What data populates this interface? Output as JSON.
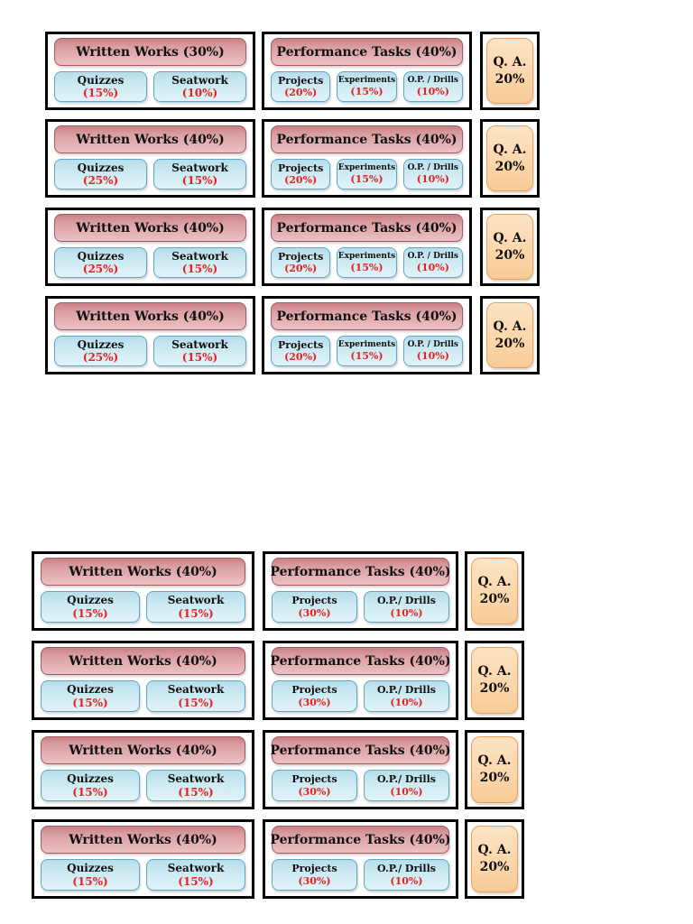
{
  "colors": {
    "header_fill": "#dda2a5",
    "header_border": "#a15b61",
    "sub_fill": "#cdeaf2",
    "sub_border": "#5fa7c5",
    "qa_fill": "#fbd7ac",
    "qa_border": "#ef9f58",
    "percent_text": "#e8201f",
    "label_text": "#101010",
    "frame": "#000000",
    "page_background": "#ffffff"
  },
  "groups": [
    {
      "rows": [
        {
          "ww": {
            "title": "Written Works (30%)",
            "items": [
              {
                "label": "Quizzes",
                "pct": "(15%)"
              },
              {
                "label": "Seatwork",
                "pct": "(10%)"
              }
            ]
          },
          "pt": {
            "title": "Performance Tasks (40%)",
            "items": [
              {
                "label": "Projects",
                "pct": "(20%)"
              },
              {
                "label": "Experiments",
                "pct": "(15%)"
              },
              {
                "label": "O.P. / Drills",
                "pct": "(10%)"
              }
            ]
          },
          "qa": {
            "line1": "Q. A.",
            "line2": "20%"
          }
        },
        {
          "ww": {
            "title": "Written Works (40%)",
            "items": [
              {
                "label": "Quizzes",
                "pct": "(25%)"
              },
              {
                "label": "Seatwork",
                "pct": "(15%)"
              }
            ]
          },
          "pt": {
            "title": "Performance Tasks (40%)",
            "items": [
              {
                "label": "Projects",
                "pct": "(20%)"
              },
              {
                "label": "Experiments",
                "pct": "(15%)"
              },
              {
                "label": "O.P. / Drills",
                "pct": "(10%)"
              }
            ]
          },
          "qa": {
            "line1": "Q. A.",
            "line2": "20%"
          }
        },
        {
          "ww": {
            "title": "Written Works (40%)",
            "items": [
              {
                "label": "Quizzes",
                "pct": "(25%)"
              },
              {
                "label": "Seatwork",
                "pct": "(15%)"
              }
            ]
          },
          "pt": {
            "title": "Performance Tasks (40%)",
            "items": [
              {
                "label": "Projects",
                "pct": "(20%)"
              },
              {
                "label": "Experiments",
                "pct": "(15%)"
              },
              {
                "label": "O.P. / Drills",
                "pct": "(10%)"
              }
            ]
          },
          "qa": {
            "line1": "Q. A.",
            "line2": "20%"
          }
        },
        {
          "ww": {
            "title": "Written Works (40%)",
            "items": [
              {
                "label": "Quizzes",
                "pct": "(25%)"
              },
              {
                "label": "Seatwork",
                "pct": "(15%)"
              }
            ]
          },
          "pt": {
            "title": "Performance Tasks (40%)",
            "items": [
              {
                "label": "Projects",
                "pct": "(20%)"
              },
              {
                "label": "Experiments",
                "pct": "(15%)"
              },
              {
                "label": "O.P. / Drills",
                "pct": "(10%)"
              }
            ]
          },
          "qa": {
            "line1": "Q. A.",
            "line2": "20%"
          }
        }
      ]
    },
    {
      "rows": [
        {
          "ww": {
            "title": "Written Works (40%)",
            "items": [
              {
                "label": "Quizzes",
                "pct": "(15%)"
              },
              {
                "label": "Seatwork",
                "pct": "(15%)"
              }
            ]
          },
          "pt": {
            "title": "Performance Tasks (40%)",
            "items": [
              {
                "label": "Projects",
                "pct": "(30%)"
              },
              {
                "label": "O.P./ Drills",
                "pct": "(10%)"
              }
            ]
          },
          "qa": {
            "line1": "Q. A.",
            "line2": "20%"
          }
        },
        {
          "ww": {
            "title": "Written Works (40%)",
            "items": [
              {
                "label": "Quizzes",
                "pct": "(15%)"
              },
              {
                "label": "Seatwork",
                "pct": "(15%)"
              }
            ]
          },
          "pt": {
            "title": "Performance Tasks (40%)",
            "items": [
              {
                "label": "Projects",
                "pct": "(30%)"
              },
              {
                "label": "O.P./ Drills",
                "pct": "(10%)"
              }
            ]
          },
          "qa": {
            "line1": "Q. A.",
            "line2": "20%"
          }
        },
        {
          "ww": {
            "title": "Written Works (40%)",
            "items": [
              {
                "label": "Quizzes",
                "pct": "(15%)"
              },
              {
                "label": "Seatwork",
                "pct": "(15%)"
              }
            ]
          },
          "pt": {
            "title": "Performance Tasks (40%)",
            "items": [
              {
                "label": "Projects",
                "pct": "(30%)"
              },
              {
                "label": "O.P./ Drills",
                "pct": "(10%)"
              }
            ]
          },
          "qa": {
            "line1": "Q. A.",
            "line2": "20%"
          }
        },
        {
          "ww": {
            "title": "Written Works (40%)",
            "items": [
              {
                "label": "Quizzes",
                "pct": "(15%)"
              },
              {
                "label": "Seatwork",
                "pct": "(15%)"
              }
            ]
          },
          "pt": {
            "title": "Performance Tasks (40%)",
            "items": [
              {
                "label": "Projects",
                "pct": "(30%)"
              },
              {
                "label": "O.P./ Drills",
                "pct": "(10%)"
              }
            ]
          },
          "qa": {
            "line1": "Q. A.",
            "line2": "20%"
          }
        }
      ]
    }
  ]
}
